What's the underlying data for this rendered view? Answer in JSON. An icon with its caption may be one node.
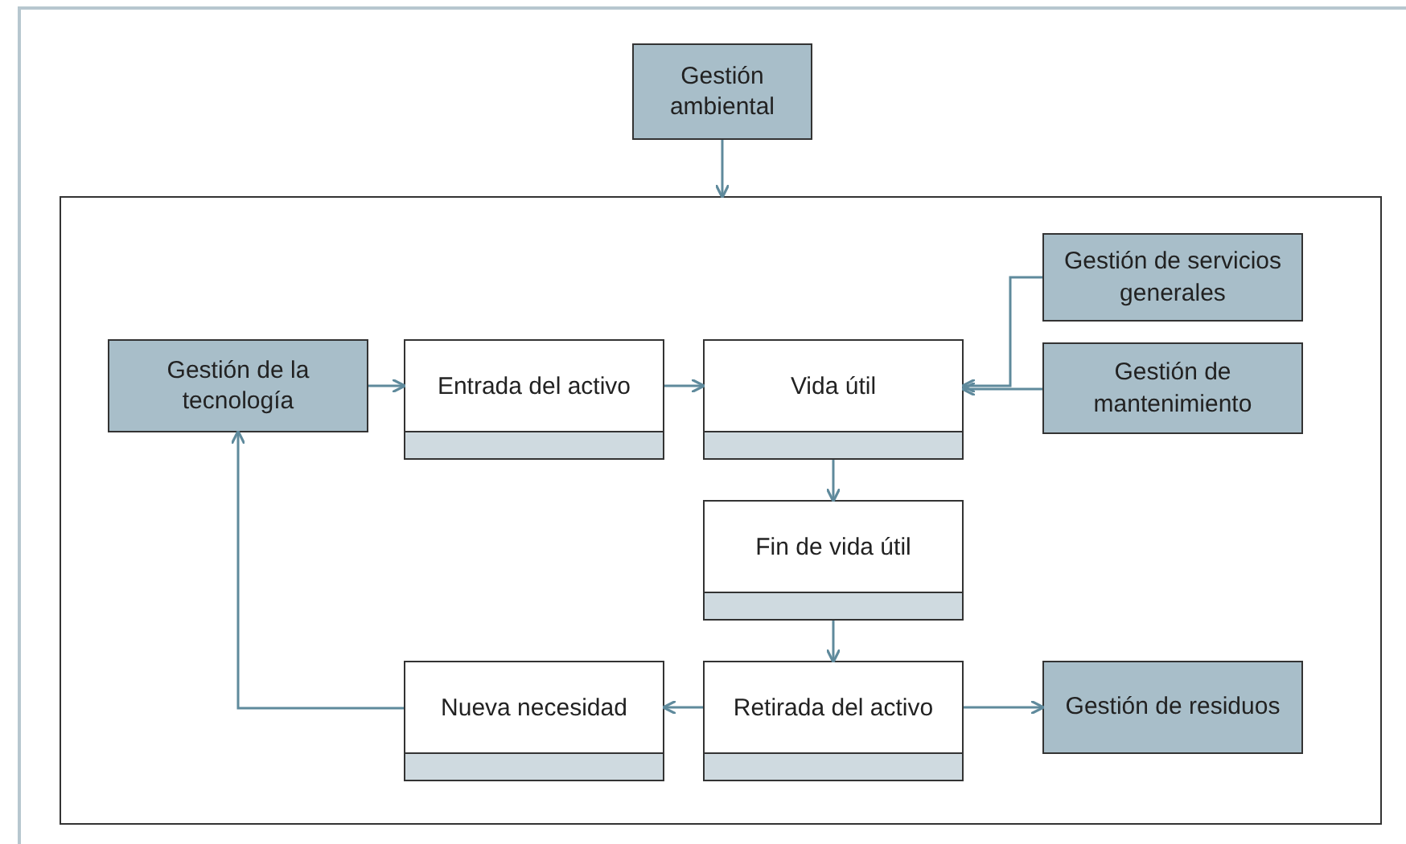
{
  "diagram": {
    "nodes": [
      {
        "text": [
          "Gestión ambiental"
        ]
      },
      {
        "text": [],
        "shape": "box"
      },
      {
        "text": [
          "Gestión de la tecnología"
        ],
        "in": 1
      },
      {
        "text": [
          "Entrada del activo"
        ],
        "in": 1
      },
      {
        "text": [
          "Vida útil"
        ],
        "in": 1
      },
      {
        "text": [
          "Gestión de servicios generales"
        ],
        "in": 1
      },
      {
        "text": [
          "Gestión de mantenimiento"
        ],
        "in": 1
      },
      {
        "text": [
          "Fin de vida útil"
        ],
        "in": 1
      },
      {
        "text": [
          "Retirada del activo"
        ],
        "in": 1
      },
      {
        "text": [
          "Nueva necesidad"
        ],
        "in": 1
      },
      {
        "text": [
          "Gestión de residuos"
        ],
        "in": 1
      }
    ],
    "edges": [
      {
        "from": 0,
        "to": 1,
        "arrow": "to"
      },
      {
        "from": 2,
        "to": 3,
        "arrow": "to"
      },
      {
        "from": 3,
        "to": 4,
        "arrow": "to"
      },
      {
        "from": 5,
        "to": 4,
        "arrow": "to"
      },
      {
        "from": 6,
        "to": 4,
        "arrow": "to"
      },
      {
        "from": 4,
        "to": 7,
        "arrow": "to"
      },
      {
        "from": 7,
        "to": 8,
        "arrow": "to"
      },
      {
        "from": 8,
        "to": 9,
        "arrow": "to"
      },
      {
        "from": 8,
        "to": 10,
        "arrow": "to"
      },
      {
        "from": 9,
        "to": 2,
        "arrow": "to"
      }
    ]
  }
}
